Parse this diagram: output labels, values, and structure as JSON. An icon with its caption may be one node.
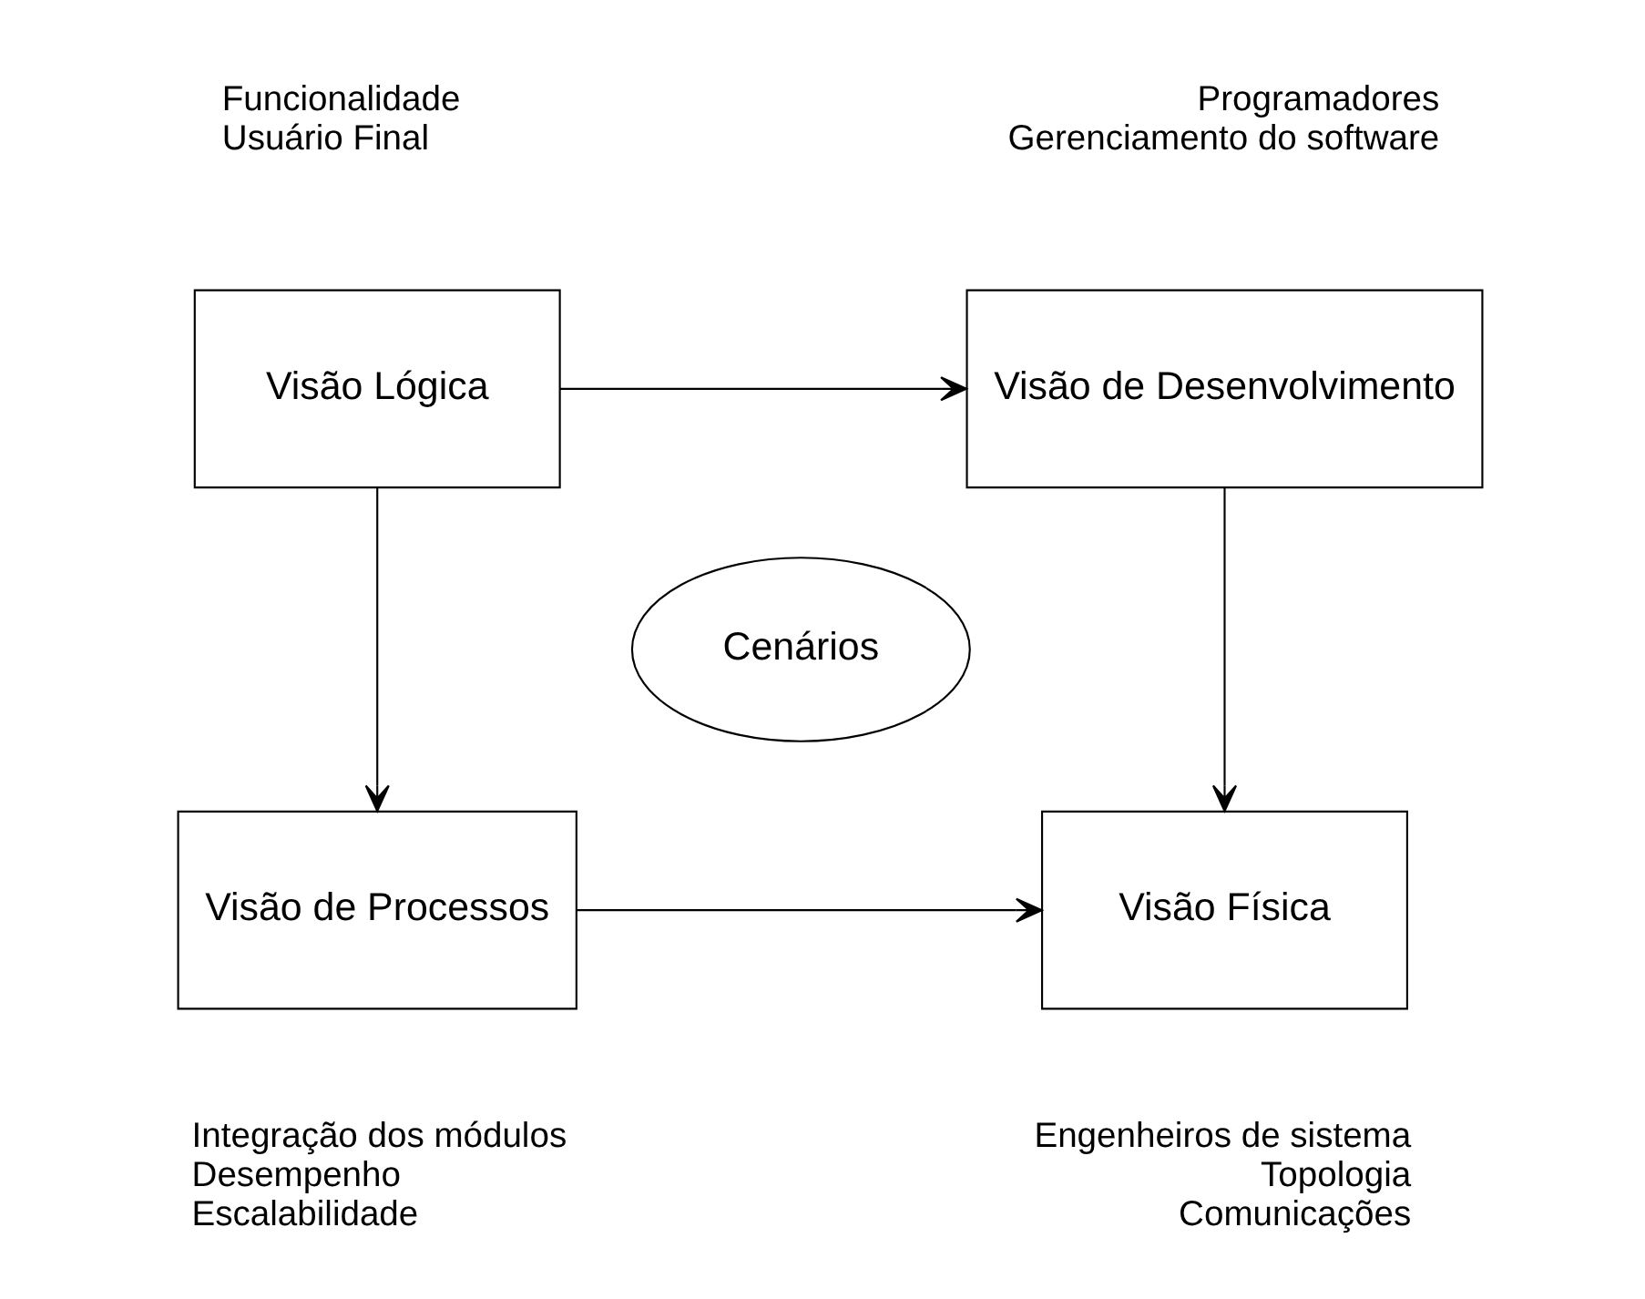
{
  "diagram": {
    "nodes": [
      {
        "text": [
          "Visão Lógica"
        ],
        "beside": [
          "Funcionalidade",
          "Usuário Final"
        ]
      },
      {
        "text": [
          "Visão de Desenvolvimento"
        ],
        "beside": [
          "Programadores",
          "Gerenciamento do software"
        ]
      },
      {
        "text": [
          "Cenários"
        ]
      },
      {
        "text": [
          "Visão de Processos"
        ],
        "beside": [
          "Integração dos módulos",
          "Desempenho",
          "Escalabilidade"
        ]
      },
      {
        "text": [
          "Visão Física"
        ],
        "beside": [
          "Engenheiros de sistema",
          "Topologia",
          "Comunicações"
        ]
      }
    ],
    "edges": [
      {
        "from": 0,
        "to": 1,
        "arrow": "to"
      },
      {
        "from": 0,
        "to": 3,
        "arrow": "to"
      },
      {
        "from": 1,
        "to": 4,
        "arrow": "to"
      },
      {
        "from": 3,
        "to": 4,
        "arrow": "to"
      }
    ]
  }
}
